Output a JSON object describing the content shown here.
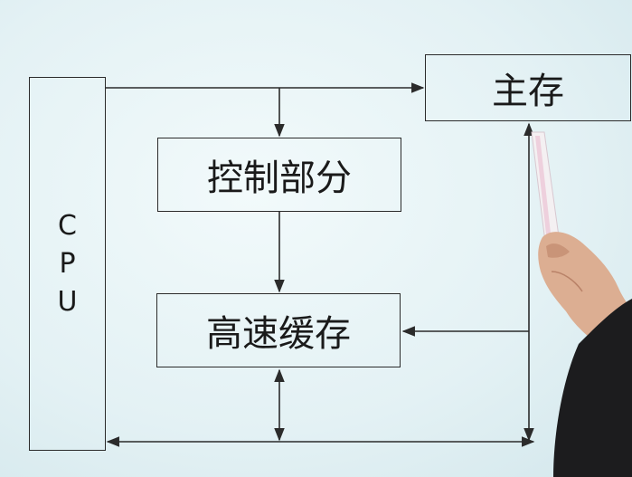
{
  "nodes": {
    "cpu": {
      "label": "CPU",
      "letters": [
        "C",
        "P",
        "U"
      ]
    },
    "main_memory": {
      "label": "主存"
    },
    "control_unit": {
      "label": "控制部分"
    },
    "cache": {
      "label": "高速缓存"
    }
  },
  "colors": {
    "line": "#2b2b2b",
    "background": "#e6f3f6"
  }
}
